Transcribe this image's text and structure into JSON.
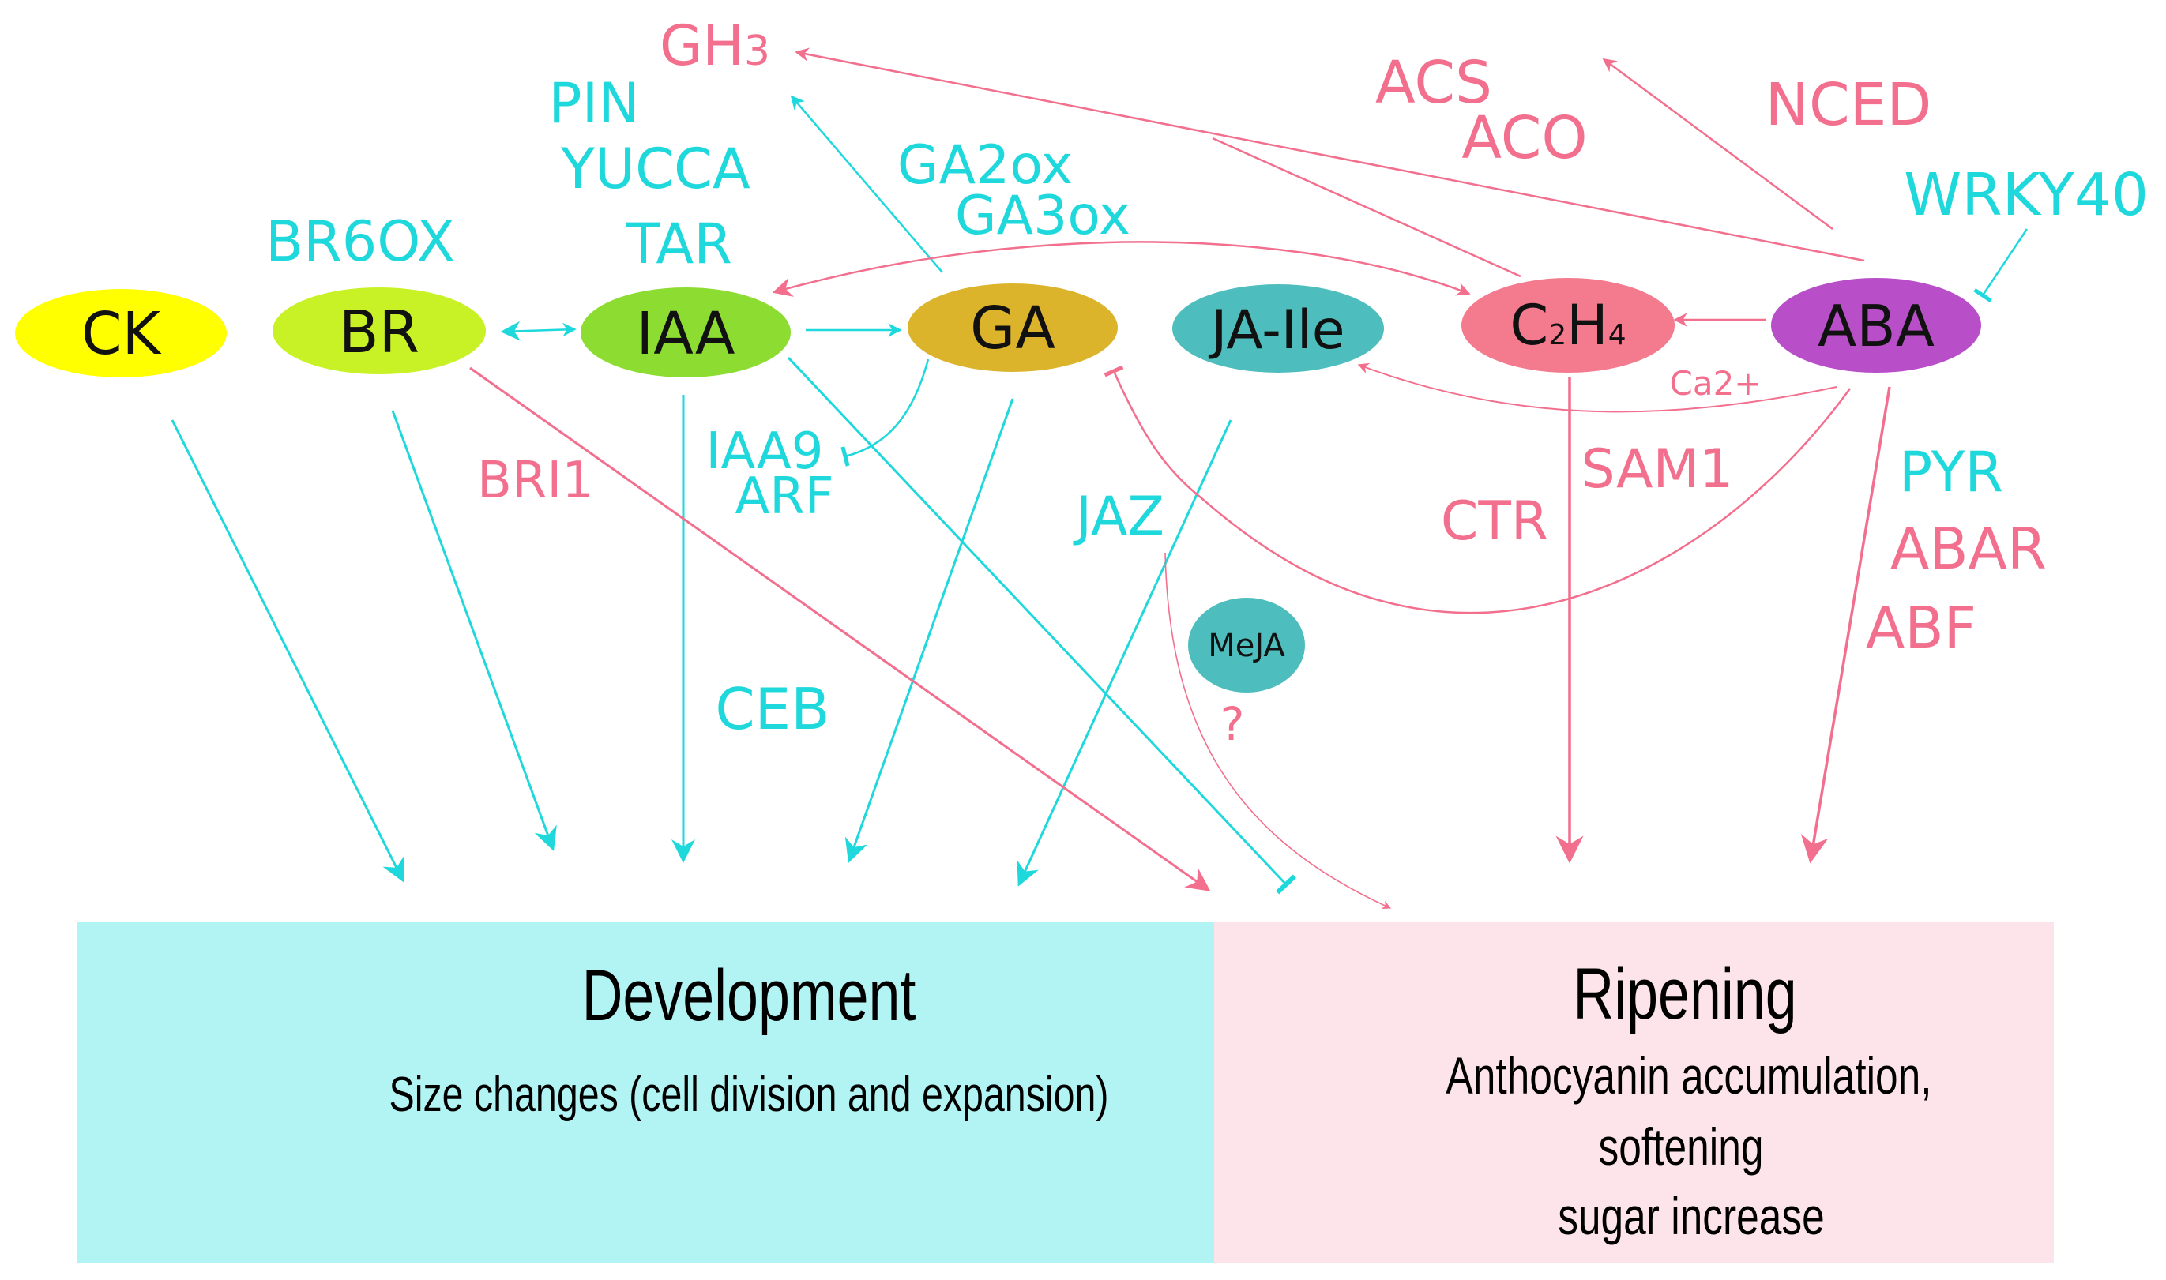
{
  "hormones": {
    "ck": {
      "label": "CK",
      "color": "#ffff00"
    },
    "br": {
      "label": "BR",
      "color": "#c8f226"
    },
    "iaa": {
      "label": "IAA",
      "color": "#8cdc32"
    },
    "ga": {
      "label": "GA",
      "color": "#dcb42c"
    },
    "jaile": {
      "label": "JA-Ile",
      "color": "#4dbdbd"
    },
    "c2h4": {
      "label": "C",
      "sub1": "2",
      "label2": "H",
      "sub2": "4",
      "color": "#f47b8e"
    },
    "aba": {
      "label": "ABA",
      "color": "#b84fc8"
    },
    "meja": {
      "label": "MeJA",
      "color": "#4dbdbd"
    }
  },
  "genes": {
    "gh3": "GH3",
    "pin": "PIN",
    "yucca": "YUCCA",
    "tar": "TAR",
    "br6ox": "BR6OX",
    "ga2ox": "GA2ox",
    "ga3ox": "GA3ox",
    "acs": "ACS",
    "aco": "ACO",
    "nced": "NCED",
    "wrky40": "WRKY40",
    "ca2": "Ca2+",
    "iaa9": "IAA9",
    "arf": "ARF",
    "bri1": "BRI1",
    "jaz": "JAZ",
    "ctr": "CTR",
    "sam1": "SAM1",
    "pyr": "PYR",
    "abar": "ABAR",
    "abf": "ABF",
    "ceb": "CEB",
    "question": "?"
  },
  "development": {
    "title": "Development",
    "subtitle": "Size changes (cell division and expansion)",
    "color": "#b2f3f3"
  },
  "ripening": {
    "title": "Ripening",
    "lines": [
      "Anthocyanin accumulation,",
      "softening",
      "sugar increase"
    ],
    "color": "#fde4ea"
  },
  "colors": {
    "cyan": "#1fd8dc",
    "pink": "#f26f8e"
  }
}
